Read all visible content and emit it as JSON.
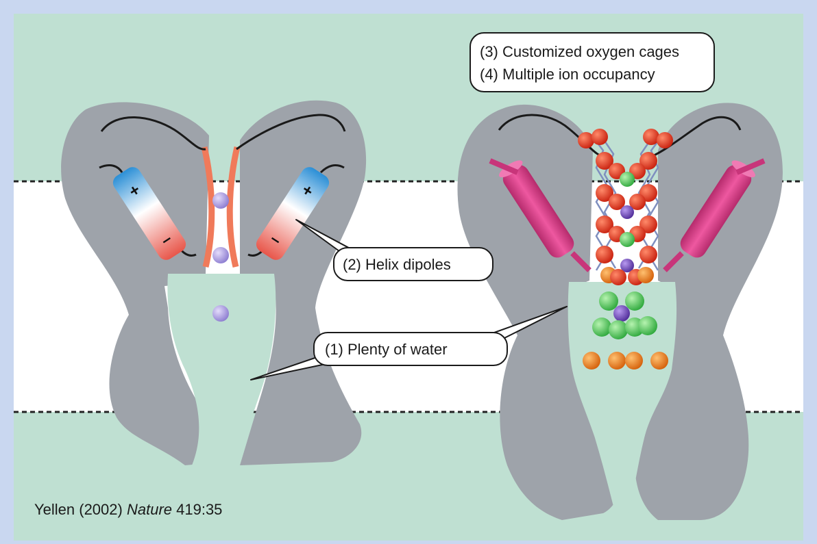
{
  "callouts": {
    "plenty_of_water": "(1)  Plenty of water",
    "helix_dipoles": "(2)  Helix dipoles",
    "oxygen_cages": "(3)  Customized oxygen cages",
    "ion_occupancy": "(4)  Multiple ion occupancy"
  },
  "dipole_signs": {
    "positive": "+",
    "negative": "–"
  },
  "citation": {
    "author_year": "Yellen (2002) ",
    "journal": "Nature",
    "volume_page": " 419:35"
  },
  "colors": {
    "background_frame": "#c9d7f0",
    "water": "#bfe0d2",
    "membrane": "#ffffff",
    "protein": "#9ea3aa",
    "helix_positive": "#2b8fd6",
    "helix_negative": "#e8564a",
    "helix_magenta": "#e03f8c",
    "ion": "#9b8fd6",
    "ion_dark": "#6d4ab0",
    "oxygen": "#e8331f",
    "water_oxygen": "#4cc65a",
    "carbonyl_orange": "#f07a1a"
  }
}
